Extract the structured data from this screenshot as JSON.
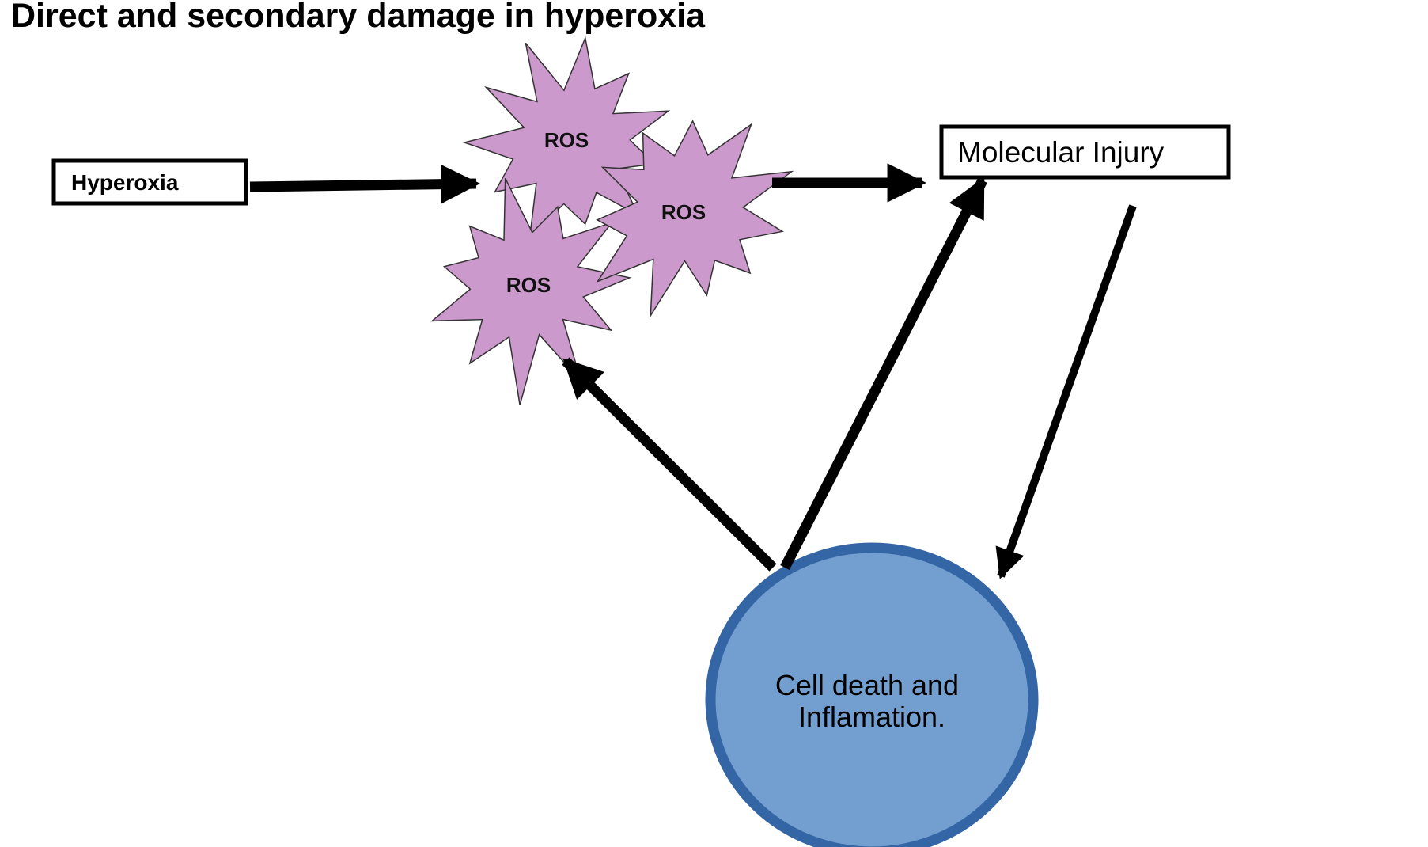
{
  "title": "Direct and secondary damage in hyperoxia",
  "nodes": {
    "hyperoxia": "Hyperoxia",
    "ros": [
      "ROS",
      "ROS",
      "ROS"
    ],
    "molecular_injury": "Molecular Injury",
    "cell_death": [
      "Cell death and",
      "Inflamation."
    ]
  },
  "colors": {
    "ros_fill": "#cc99cc",
    "circle_fill": "#729fcf",
    "circle_stroke": "#3465a4",
    "arrow": "#000000"
  },
  "edges": [
    {
      "from": "Hyperoxia",
      "to": "ROS"
    },
    {
      "from": "ROS",
      "to": "Molecular Injury"
    },
    {
      "from": "Molecular Injury",
      "to": "Cell death and Inflamation."
    },
    {
      "from": "Cell death and Inflamation.",
      "to": "Molecular Injury"
    },
    {
      "from": "Cell death and Inflamation.",
      "to": "ROS"
    }
  ]
}
